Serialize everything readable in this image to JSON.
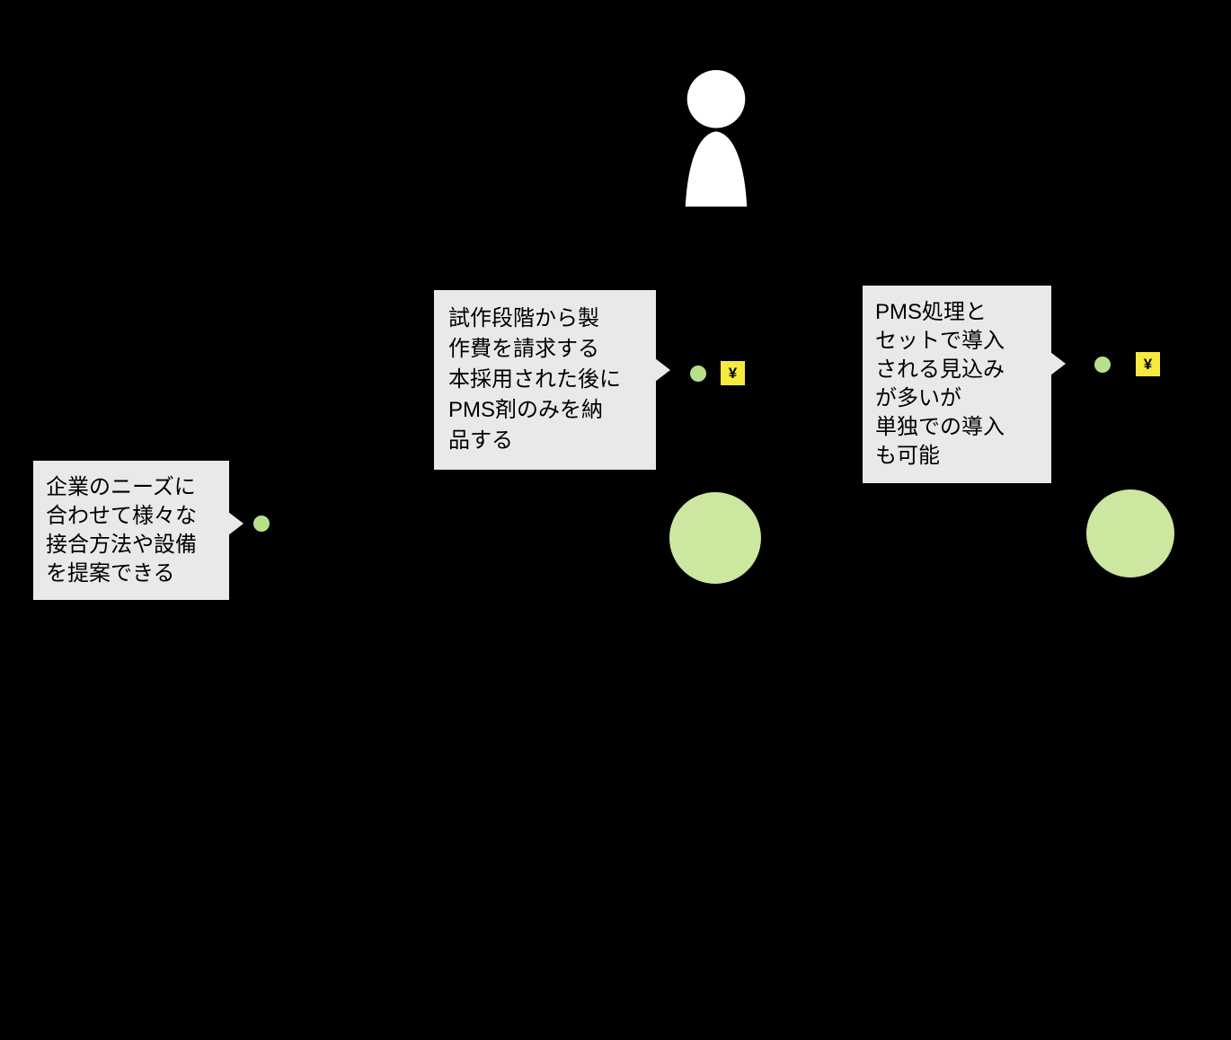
{
  "callouts": [
    {
      "name": "prototype-billing-note",
      "text": "試作段階から製\n作費を請求する\n本採用された後に\nPMS剤のみを納\n品する"
    },
    {
      "name": "pms-set-installation-note",
      "text": "PMS処理と\nセットで導入\nされる見込み\nが多いが\n単独での導入\nも可能"
    },
    {
      "name": "company-needs-note",
      "text": "企業のニーズに\n合わせて様々な\n接合方法や設備\nを提案できる"
    }
  ],
  "badges": {
    "yen_symbol": "¥"
  },
  "icons": {
    "person": "person-silhouette-icon",
    "dot": "green-marker-dot",
    "yen": "yen-price-badge"
  },
  "colors": {
    "background": "#000000",
    "callout_bg": "#e9e9e9",
    "callout_text": "#000000",
    "dot_green": "#b7e08a",
    "circle_green": "#cbe7a0",
    "yen_bg": "#f5ea3d",
    "yen_text": "#000000",
    "person": "#ffffff"
  }
}
